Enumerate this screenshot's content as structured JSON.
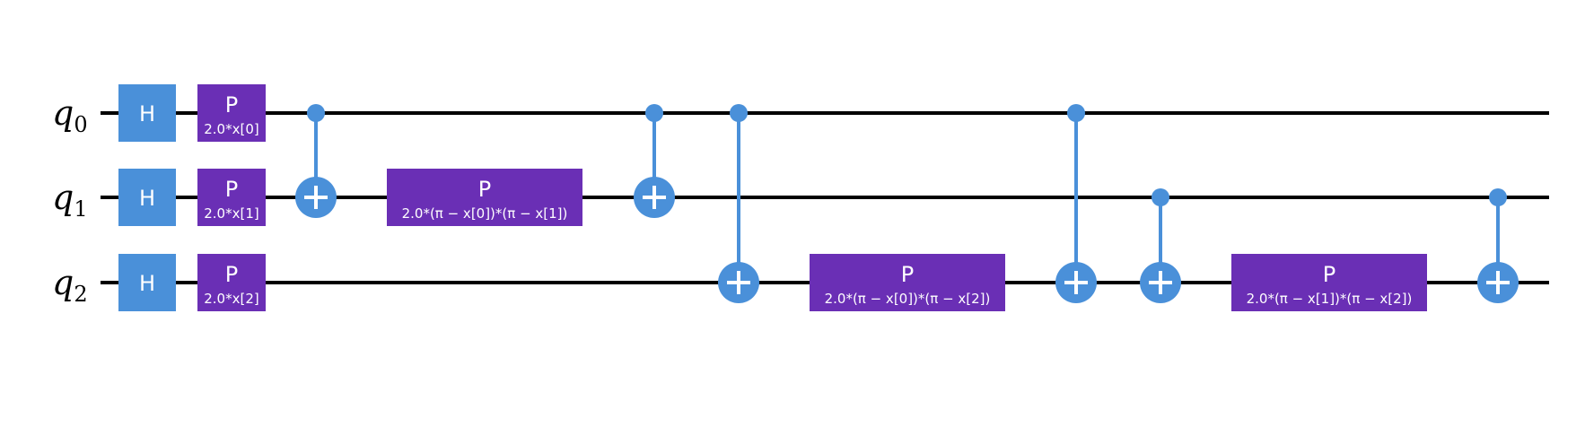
{
  "colors": {
    "background": "#ffffff",
    "wire": "#000000",
    "h_gate": "#4a90d9",
    "p_gate": "#6a2fb5",
    "cx_gate": "#4a90d9",
    "gate_text": "#ffffff"
  },
  "qubits": [
    {
      "symbol": "q",
      "index": "0"
    },
    {
      "symbol": "q",
      "index": "1"
    },
    {
      "symbol": "q",
      "index": "2"
    }
  ],
  "gates": [
    {
      "type": "H",
      "label": "H",
      "qubit": 0
    },
    {
      "type": "H",
      "label": "H",
      "qubit": 1
    },
    {
      "type": "H",
      "label": "H",
      "qubit": 2
    },
    {
      "type": "P",
      "label": "P",
      "param": "2.0*x[0]",
      "qubit": 0
    },
    {
      "type": "P",
      "label": "P",
      "param": "2.0*x[1]",
      "qubit": 1
    },
    {
      "type": "P",
      "label": "P",
      "param": "2.0*x[2]",
      "qubit": 2
    },
    {
      "type": "CX",
      "control": 0,
      "target": 1
    },
    {
      "type": "P",
      "label": "P",
      "param": "2.0*(π − x[0])*(π − x[1])",
      "qubit": 1
    },
    {
      "type": "CX",
      "control": 0,
      "target": 1
    },
    {
      "type": "CX",
      "control": 0,
      "target": 2
    },
    {
      "type": "P",
      "label": "P",
      "param": "2.0*(π − x[0])*(π − x[2])",
      "qubit": 2
    },
    {
      "type": "CX",
      "control": 0,
      "target": 2
    },
    {
      "type": "CX",
      "control": 1,
      "target": 2
    },
    {
      "type": "P",
      "label": "P",
      "param": "2.0*(π − x[1])*(π − x[2])",
      "qubit": 2
    },
    {
      "type": "CX",
      "control": 1,
      "target": 2
    }
  ]
}
